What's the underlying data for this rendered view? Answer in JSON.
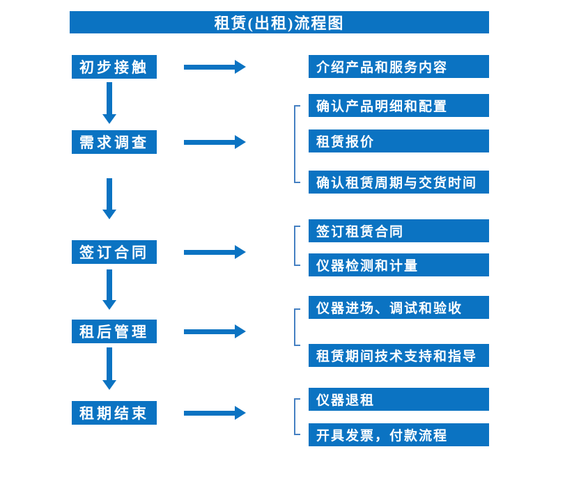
{
  "title": "租赁(出租)流程图",
  "flow": {
    "steps": [
      {
        "label": "初步接触",
        "outputs": [
          "介绍产品和服务内容"
        ]
      },
      {
        "label": "需求调查",
        "outputs": [
          "确认产品明细和配置",
          "租赁报价",
          "确认租赁周期与交货时间"
        ]
      },
      {
        "label": "签订合同",
        "outputs": [
          "签订租赁合同",
          "仪器检测和计量"
        ]
      },
      {
        "label": "租后管理",
        "outputs": [
          "仪器进场、调试和验收",
          "租赁期间技术支持和指导"
        ]
      },
      {
        "label": "租期结束",
        "outputs": [
          "仪器退租",
          "开具发票，付款流程"
        ]
      }
    ]
  },
  "colors": {
    "box_fill": "#0b73c2",
    "box_text": "#ffffff",
    "arrow": "#0b73c2",
    "bracket": "#4580c2",
    "background": "#ffffff"
  }
}
